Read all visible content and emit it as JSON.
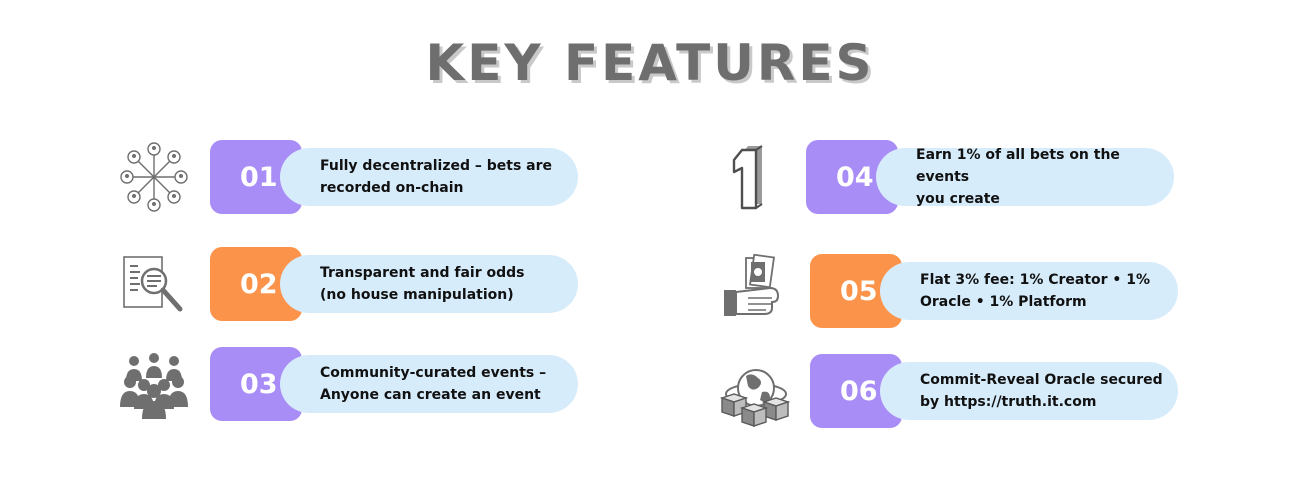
{
  "title": "KEY FEATURES",
  "colors": {
    "purple": "#a98df7",
    "orange": "#fb934b",
    "pill": "#d7ecfb",
    "icon": "#6f6f6f"
  },
  "features": [
    {
      "number": "01",
      "text": "Fully decentralized – bets are\nrecorded on-chain",
      "color": "#a98df7",
      "icon": "network-icon"
    },
    {
      "number": "02",
      "text": "Transparent and fair odds\n(no house manipulation)",
      "color": "#fb934b",
      "icon": "document-search-icon"
    },
    {
      "number": "03",
      "text": "Community-curated events –\nAnyone can create an event",
      "color": "#a98df7",
      "icon": "community-icon"
    },
    {
      "number": "04",
      "text": "Earn 1% of all bets on the events\nyou create",
      "color": "#a98df7",
      "icon": "number-one-icon"
    },
    {
      "number": "05",
      "text": "Flat 3% fee: 1% Creator • 1%\nOracle • 1% Platform",
      "color": "#fb934b",
      "icon": "hand-money-icon"
    },
    {
      "number": "06",
      "text": "Commit-Reveal Oracle secured\nby https://truth.it.com",
      "color": "#a98df7",
      "icon": "globe-blocks-icon"
    }
  ]
}
